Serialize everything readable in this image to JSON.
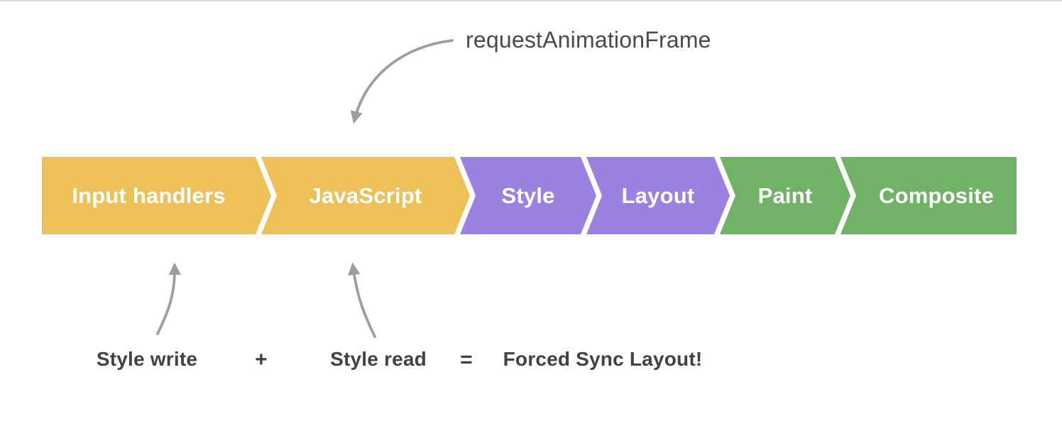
{
  "figure": {
    "annotations": {
      "raf_label": "requestAnimationFrame",
      "style_write": "Style write",
      "plus_sign": "+",
      "style_read": "Style read",
      "equals_sign": "=",
      "forced_sync": "Forced Sync Layout!"
    },
    "pipeline": {
      "stages": [
        {
          "label": "Input handlers",
          "group": "script_stage"
        },
        {
          "label": "JavaScript",
          "group": "script_stage"
        },
        {
          "label": "Style",
          "group": "render_stage"
        },
        {
          "label": "Layout",
          "group": "render_stage"
        },
        {
          "label": "Paint",
          "group": "composite_stage"
        },
        {
          "label": "Composite",
          "group": "composite_stage"
        }
      ]
    },
    "colors": {
      "script_stage": "#edc158",
      "render_stage": "#9b82e0",
      "composite_stage": "#70b266",
      "arrow": "#9e9e9e",
      "dark_text": "#424242",
      "raf_text": "#4a4a4a",
      "stage_text": "#ffffff"
    }
  }
}
